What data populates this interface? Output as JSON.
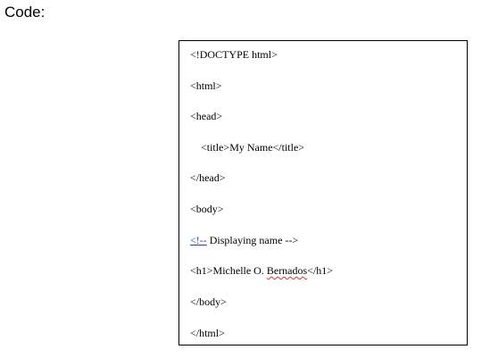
{
  "heading": "Code:",
  "code": {
    "doctype": "<!DOCTYPE html>",
    "html_open": "<html>",
    "head_open": "<head>",
    "title_line": "<title>My Name</title>",
    "head_close": "</head>",
    "body_open": "<body>",
    "comment_open": "<!--",
    "comment_rest": " Displaying name -->",
    "h1_prefix": "<h1>Michelle O. ",
    "h1_surname": "Bernados",
    "h1_suffix": "</h1>",
    "body_close": "</body>",
    "html_close": "</html>"
  },
  "colors": {
    "comment_marker": "#1f3ea8",
    "spellcheck_underline": "#e03030"
  }
}
